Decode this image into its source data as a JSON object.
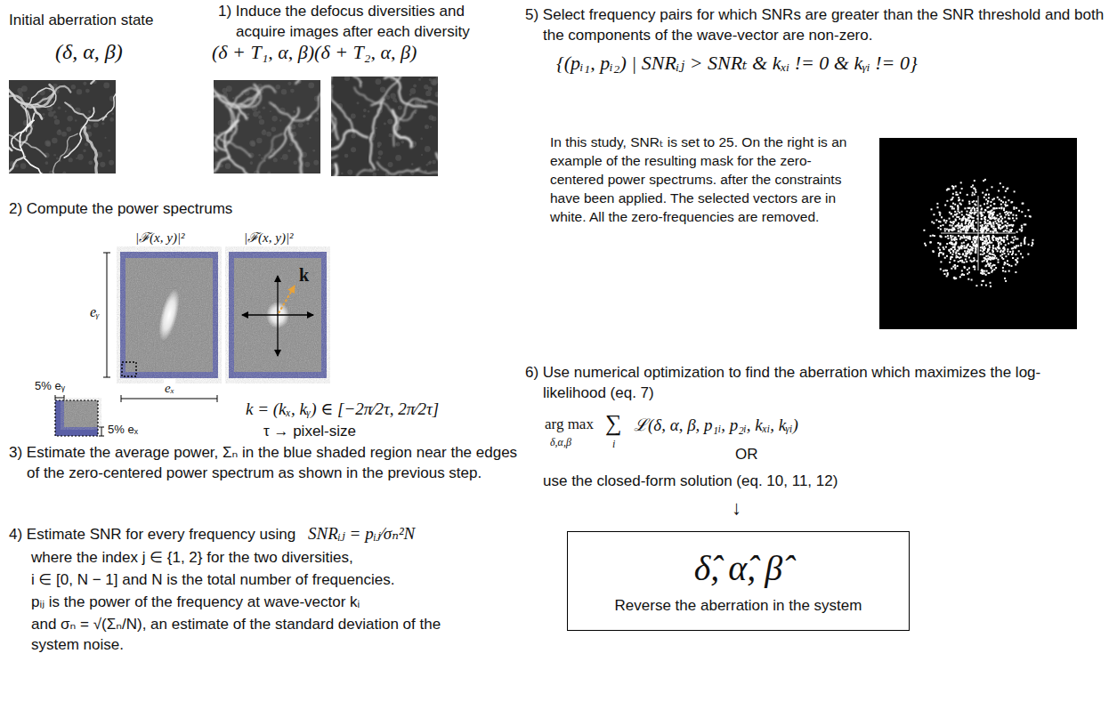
{
  "diagram": {
    "nodes": [
      {
        "text": [
          "δ̂, α̂, β̂",
          "Reverse the aberration in the system"
        ]
      }
    ],
    "labels": [
      "Initial aberration state",
      "(δ, α, β)",
      "1) Induce the defocus diversities and acquire images after each diversity",
      "(δ + T₁, α, β)(δ + T₂, α, β)",
      "2) Compute the power spectrums",
      "|ℱ(x, y)|²",
      "|ℱ(x, y)|²",
      "eᵧ",
      "k",
      "5% eᵧ",
      "eₓ",
      "5% eₓ",
      "k = (kₓ, kᵧ) ∈ [−2π⁄2τ, 2π⁄2τ]",
      "τ → pixel-size",
      "3) Estimate the average power, Σₙ in the blue shaded region near the edges of the zero-centered power spectrum as shown in the previous step.",
      "4) Estimate SNR for every frequency using",
      "SNRᵢⱼ = pᵢⱼ⁄σₙ²N",
      "where the index j ∈ {1, 2} for the two diversities,",
      "i ∈ [0, N − 1] and N is the total number of frequencies.",
      "pᵢⱼ is the power of the frequency at wave-vector kᵢ",
      "and σₙ = √(Σₙ/N), an estimate of the standard deviation of the system noise.",
      "5) Select frequency pairs for which SNRs are greater than the SNR threshold and both the components of the wave-vector are non-zero.",
      "{(pᵢ₁, pᵢ₂) | SNRᵢⱼ > SNRₜ & kₓᵢ != 0 & kᵧᵢ != 0}",
      "In this study, SNRₜ is set to 25. On the right is an example of the resulting mask for the zero-centered power spectrums. after the constraints have been applied. The selected vectors are in white. All the zero-frequencies are removed.",
      "6) Use numerical optimization to find the aberration which maximizes the log-likelihood (eq. 7)",
      "arg max",
      "δ,α,β",
      "∑",
      "i",
      "ℒ(δ, α, β, p₁ᵢ, p₂ᵢ, kₓᵢ, kᵧᵢ)",
      "OR",
      "use the closed-form solution (eq. 10, 11, 12)",
      "↓"
    ]
  }
}
